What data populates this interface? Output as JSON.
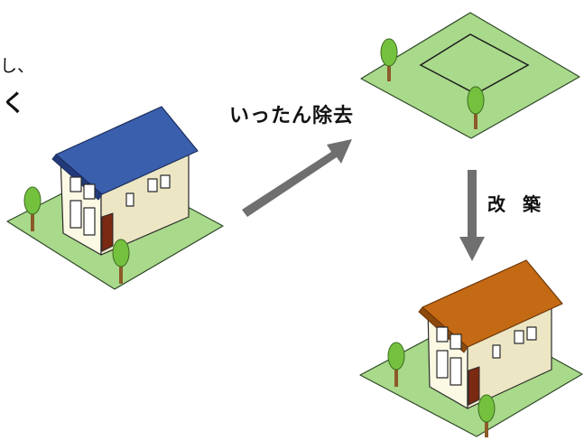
{
  "text": {
    "fragment_line1": "し、",
    "fragment_line2": "く",
    "arrow_remove_label": "いったん除去",
    "arrow_rebuild_label": "改 築"
  },
  "colors": {
    "ground_fill": "#a9d98a",
    "ground_stroke": "#2f4a2a",
    "wall_light": "#fbf8e4",
    "wall_shade": "#ece6c4",
    "roof_blue": "#3a5fad",
    "roof_orange": "#c46a14",
    "door_brown": "#7a2a12",
    "window_glass": "#ffffff",
    "tree_green": "#74c13e",
    "tree_trunk": "#8c5a28",
    "arrow_gray": "#6f6f6f"
  },
  "icons": {
    "old_house": "house-with-blue-roof-icon",
    "empty_lot": "vacant-lot-icon",
    "new_house": "house-with-orange-roof-icon",
    "tree": "tree-icon",
    "arrow_diagonal": "arrow-up-right-icon",
    "arrow_down": "arrow-down-icon"
  }
}
